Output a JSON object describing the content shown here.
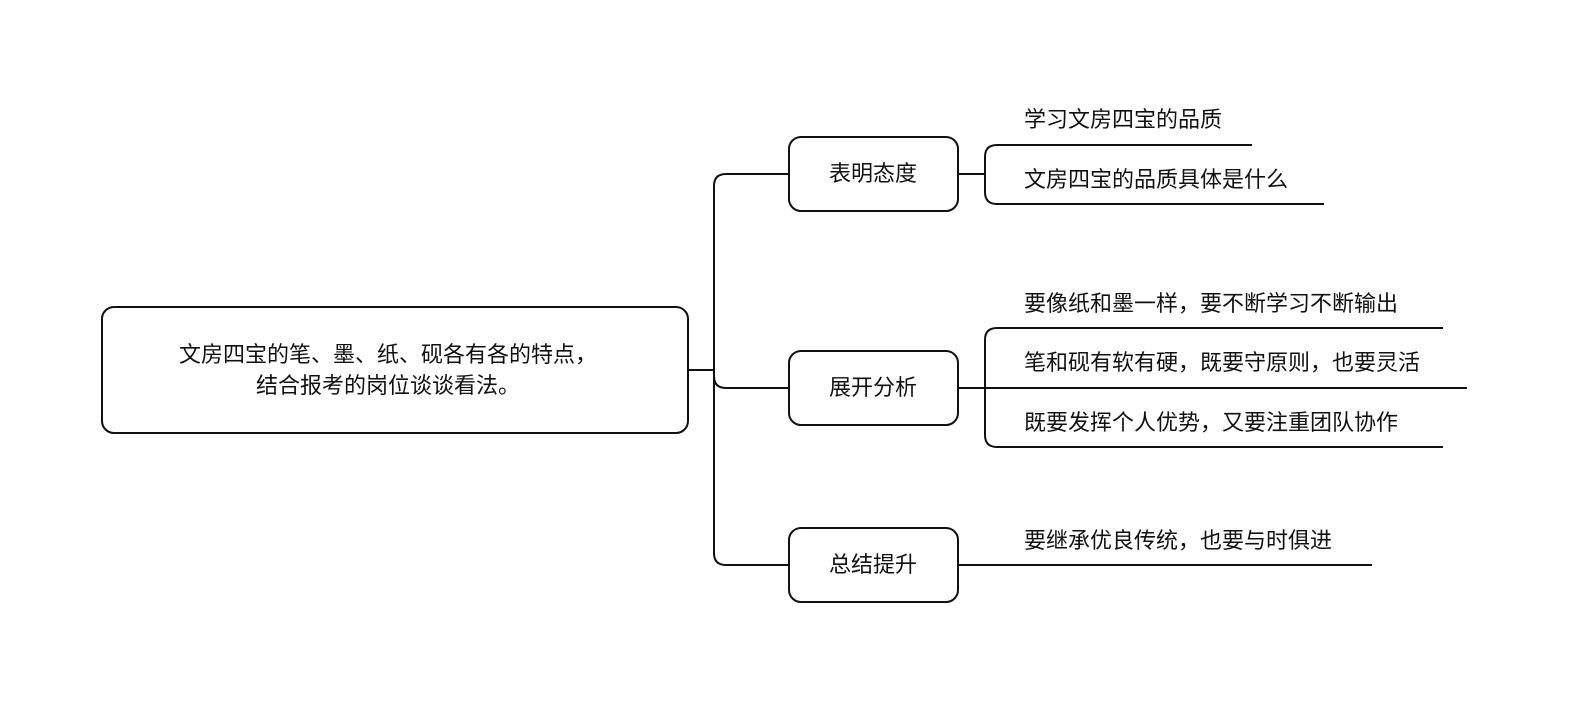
{
  "root": {
    "lines": [
      "文房四宝的笔、墨、纸、砚各有各的特点，",
      "结合报考的岗位谈谈看法。"
    ]
  },
  "branches": [
    {
      "label": "表明态度",
      "leaves": [
        "学习文房四宝的品质",
        "文房四宝的品质具体是什么"
      ]
    },
    {
      "label": "展开分析",
      "leaves": [
        "要像纸和墨一样，要不断学习不断输出",
        "笔和砚有软有硬，既要守原则，也要灵活",
        "既要发挥个人优势，又要注重团队协作"
      ]
    },
    {
      "label": "总结提升",
      "leaves": [
        "要继承优良传统，也要与时俱进"
      ]
    }
  ]
}
